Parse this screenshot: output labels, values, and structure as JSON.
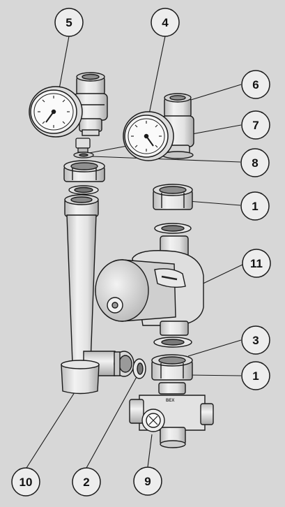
{
  "diagram": {
    "callouts": [
      {
        "id": "c5",
        "label": "5"
      },
      {
        "id": "c4",
        "label": "4"
      },
      {
        "id": "c6",
        "label": "6"
      },
      {
        "id": "c7",
        "label": "7"
      },
      {
        "id": "c8",
        "label": "8"
      },
      {
        "id": "c1a",
        "label": "1"
      },
      {
        "id": "c11",
        "label": "11"
      },
      {
        "id": "c3",
        "label": "3"
      },
      {
        "id": "c1b",
        "label": "1"
      },
      {
        "id": "c10",
        "label": "10"
      },
      {
        "id": "c2",
        "label": "2"
      },
      {
        "id": "c9",
        "label": "9"
      }
    ],
    "valve_marking": "BEX",
    "colors": {
      "background": "#d7d7d7",
      "part_fill": "#e9e9e9",
      "part_stroke": "#1a1a1a",
      "callout_fill": "#ededed"
    }
  }
}
